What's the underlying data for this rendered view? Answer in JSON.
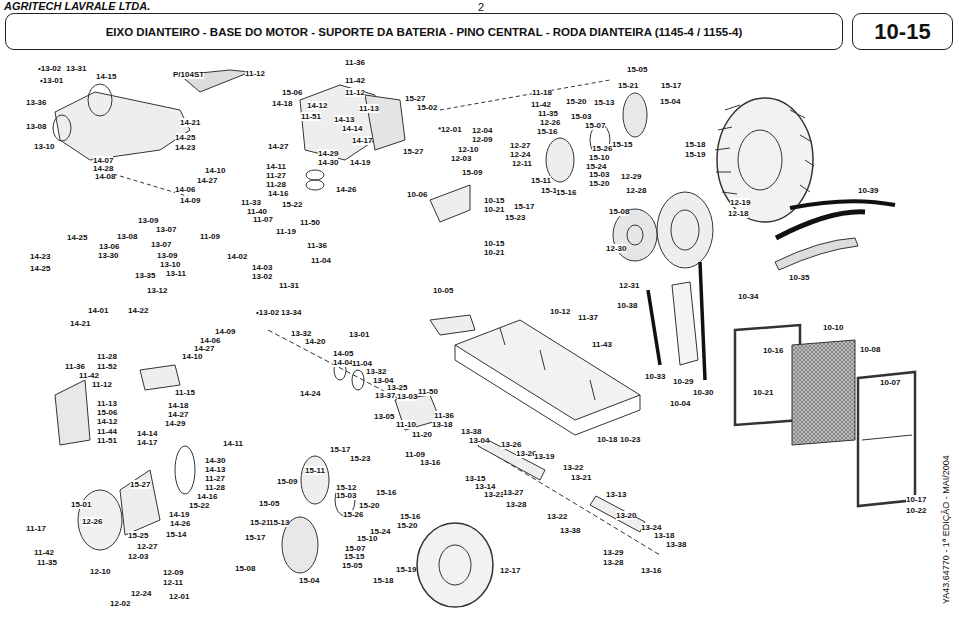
{
  "diagram": {
    "nodes": [
      {
        "text": [
          "EIXO DIANTEIRO - BASE DO MOTOR - SUPORTE DA BATERIA - PINO CENTRAL - RODA DIANTEIRA (1145-4 / 1155-4)"
        ]
      },
      {
        "text": [
          "10-15"
        ]
      }
    ],
    "labels": [
      "AGRITECH LAVRALE LTDA.",
      "2",
      "•13-02",
      "13-31",
      "14-15",
      "•13-01",
      "13-36",
      "13-08",
      "13-10",
      "14-21",
      "14-25",
      "14-23",
      "14-07",
      "14-28",
      "14-08",
      "14-10",
      "14-27",
      "14-06",
      "14-09",
      "P/104ST",
      "11-12",
      "11-36",
      "11-42",
      "11-12",
      "15-06",
      "14-18",
      "14-12",
      "11-13",
      "11-51",
      "14-13",
      "14-14",
      "14-27",
      "14-17",
      "14-29",
      "14-30",
      "14-19",
      "14-11",
      "11-27",
      "11-28",
      "14-16",
      "15-22",
      "14-26",
      "15-27",
      "15-02",
      "15-27",
      "*12-01",
      "12-04",
      "12-09",
      "12-10",
      "12-03",
      "15-09",
      "12-27",
      "12-24",
      "12-11",
      "10-06",
      "10-15",
      "10-21",
      "15-17",
      "15-23",
      "11-18",
      "11-42",
      "11-35",
      "12-26",
      "15-16",
      "15-20",
      "15-13",
      "15-03",
      "15-07",
      "15-10",
      "15-26",
      "15-24",
      "15-03",
      "15-20",
      "15-11",
      "15-12",
      "15-16",
      "15-15",
      "15-08",
      "15-05",
      "15-21",
      "15-17",
      "15-04",
      "15-18",
      "15-19",
      "12-29",
      "12-28",
      "12-19",
      "12-18",
      "10-39",
      "12-30",
      "12-31",
      "10-35",
      "10-34",
      "10-38",
      "10-15",
      "10-21",
      "10-05",
      "10-12",
      "11-37",
      "11-43",
      "10-33",
      "10-29",
      "10-30",
      "10-04",
      "10-18",
      "10-23",
      "10-10",
      "10-16",
      "10-08",
      "10-21",
      "10-07",
      "10-17",
      "10-22",
      "13-09",
      "13-07",
      "13-08",
      "13-07",
      "13-06",
      "13-30",
      "13-09",
      "13-10",
      "13-11",
      "13-35",
      "13-12",
      "14-25",
      "14-23",
      "14-25",
      "14-01",
      "14-22",
      "14-21",
      "11-33",
      "11-40",
      "11-07",
      "11-50",
      "11-09",
      "11-19",
      "11-36",
      "11-04",
      "14-02",
      "14-03",
      "13-02",
      "11-31",
      "14-09",
      "14-06",
      "14-27",
      "14-10",
      "•13-02",
      "13-34",
      "13-32",
      "14-20",
      "13-01",
      "14-05",
      "14-04",
      "11-04",
      "13-32",
      "13-04",
      "13-25",
      "13-03",
      "11-50",
      "14-24",
      "13-37",
      "13-05",
      "11-36",
      "13-18",
      "11-10",
      "11-20",
      "11-09",
      "13-16",
      "13-38",
      "13-04",
      "13-26",
      "13-26",
      "13-19",
      "13-15",
      "13-14",
      "13-23",
      "13-27",
      "13-28",
      "13-22",
      "13-21",
      "13-13",
      "13-22",
      "13-20",
      "13-24",
      "13-18",
      "13-38",
      "13-38",
      "13-29",
      "13-28",
      "13-16",
      "11-28",
      "11-36",
      "11-52",
      "11-42",
      "11-12",
      "11-15",
      "11-13",
      "15-06",
      "14-12",
      "11-44",
      "11-51",
      "14-18",
      "14-27",
      "14-29",
      "14-14",
      "14-17",
      "14-11",
      "14-30",
      "14-13",
      "11-27",
      "11-28",
      "14-16",
      "15-22",
      "14-19",
      "14-26",
      "15-27",
      "15-01",
      "12-26",
      "11-17",
      "15-25",
      "15-14",
      "12-27",
      "12-03",
      "11-42",
      "11-35",
      "12-10",
      "12-09",
      "12-11",
      "12-24",
      "12-01",
      "12-02",
      "15-17",
      "15-23",
      "15-11",
      "15-09",
      "15-12",
      "15-03",
      "15-16",
      "15-20",
      "15-05",
      "15-21",
      "15-13",
      "15-26",
      "15-16",
      "15-20",
      "15-24",
      "15-10",
      "15-07",
      "15-15",
      "15-17",
      "15-08",
      "15-04",
      "15-05",
      "15-19",
      "15-18",
      "12-17",
      "YA43.64770 - 1ª EDIÇÃO - MAI/2004"
    ]
  }
}
